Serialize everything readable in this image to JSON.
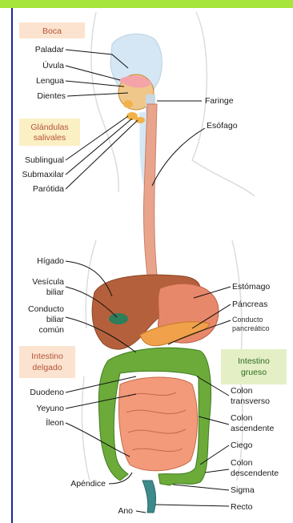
{
  "groups": {
    "boca": "Boca",
    "glandulas": [
      "Glándulas",
      "salivales"
    ],
    "intestino_delgado": [
      "Intestino",
      "delgado"
    ],
    "intestino_grueso": [
      "Intestino",
      "grueso"
    ]
  },
  "labels": {
    "paladar": "Paladar",
    "uvula": "Úvula",
    "lengua": "Lengua",
    "dientes": "Dientes",
    "sublingual": "Sublingual",
    "submaxilar": "Submaxilar",
    "parotida": "Parótida",
    "faringe": "Faringe",
    "esofago": "Esófago",
    "higado": "Hígado",
    "vesicula": [
      "Vesícula",
      "biliar"
    ],
    "conducto_biliar": [
      "Conducto",
      "biliar",
      "común"
    ],
    "estomago": "Estómago",
    "pancreas": "Páncreas",
    "conducto_pancreatico": [
      "Conducto",
      "pancreático"
    ],
    "duodeno": "Duodeno",
    "yeyuno": "Yeyuno",
    "ileon": "Íleon",
    "apendice": "Apéndice",
    "ano": "Ano",
    "colon_transverso": [
      "Colon",
      "transverso"
    ],
    "colon_ascendente": [
      "Colon",
      "ascendente"
    ],
    "ciego": "Ciego",
    "colon_descendente": [
      "Colon",
      "descendente"
    ],
    "sigma": "Sigma",
    "recto": "Recto"
  },
  "colors": {
    "top_bar": "#a6e63c",
    "left_bar": "#1b2a8c",
    "label_box_orange": "#fbe3cf",
    "label_box_yellow": "#fbefc4",
    "label_box_green": "#e4efc6",
    "liver": "#b5603c",
    "stomach": "#e8886a",
    "small_intestine": "#f29a7a",
    "large_intestine": "#6cab3a",
    "esophagus": "#e9a58c"
  }
}
